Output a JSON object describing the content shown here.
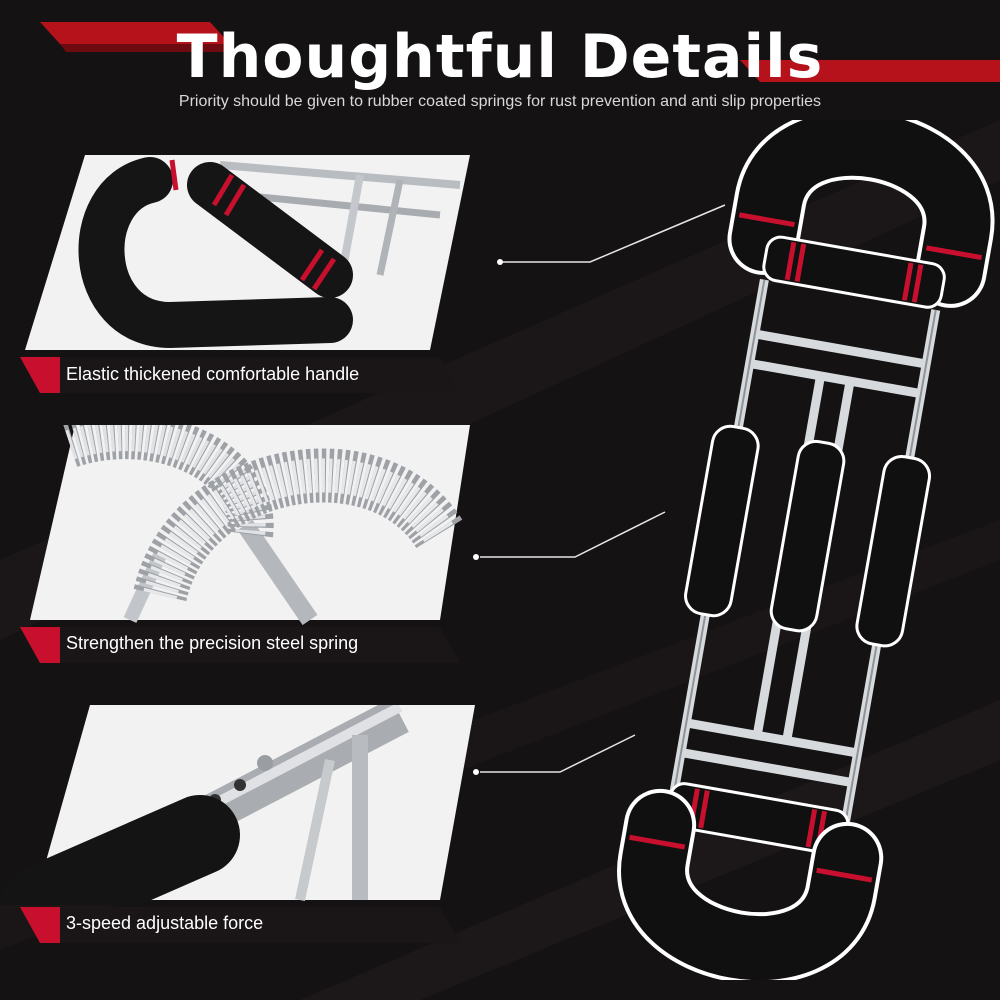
{
  "header": {
    "title": "Thoughtful Details",
    "subtitle": "Priority should be given to rubber coated springs for rust prevention and anti slip properties"
  },
  "details": [
    {
      "caption": "Elastic thickened comfortable handle",
      "icon": "foam-handle-photo"
    },
    {
      "caption": "Strengthen the precision steel spring",
      "icon": "steel-spring-photo"
    },
    {
      "caption": "3-speed adjustable force",
      "icon": "adjustable-pin-photo"
    }
  ],
  "colors": {
    "background": "#141112",
    "accent": "#c8102e",
    "card": "#f2f2f2",
    "foam": "#111111"
  }
}
